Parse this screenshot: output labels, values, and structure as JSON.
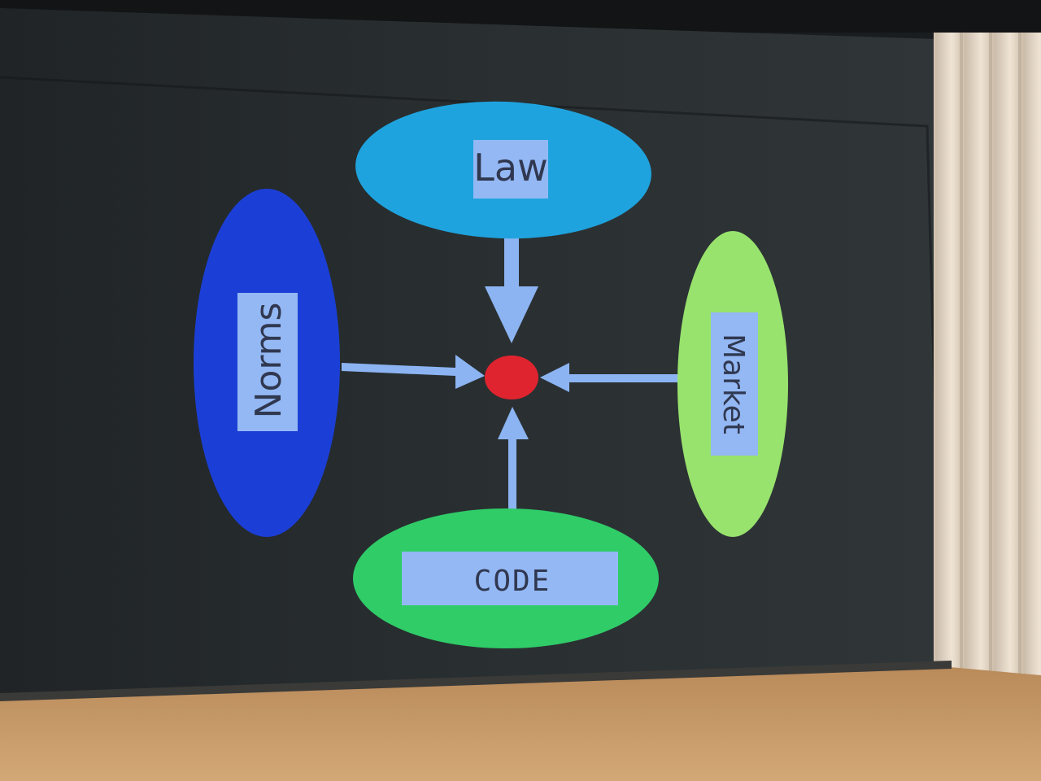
{
  "diagram": {
    "center_node": {
      "color": "#e0242f"
    },
    "nodes": [
      {
        "id": "law",
        "label": "Law",
        "color": "#1fa3de",
        "arrow_color": "#8cb4f2"
      },
      {
        "id": "norms",
        "label": "Norms",
        "color": "#1b3fd6",
        "arrow_color": "#8cb4f2"
      },
      {
        "id": "market",
        "label": "Market",
        "color": "#98e36d",
        "arrow_color": "#8cb4f2"
      },
      {
        "id": "code",
        "label": "CODE",
        "color": "#2fcc68",
        "arrow_color": "#8cb4f2"
      }
    ],
    "label_box_color": "#94b8f4"
  },
  "scene": {
    "screen_color": "#262b2e",
    "curtain_color": "#dfd3c1",
    "floor_color": "#c79a66"
  }
}
